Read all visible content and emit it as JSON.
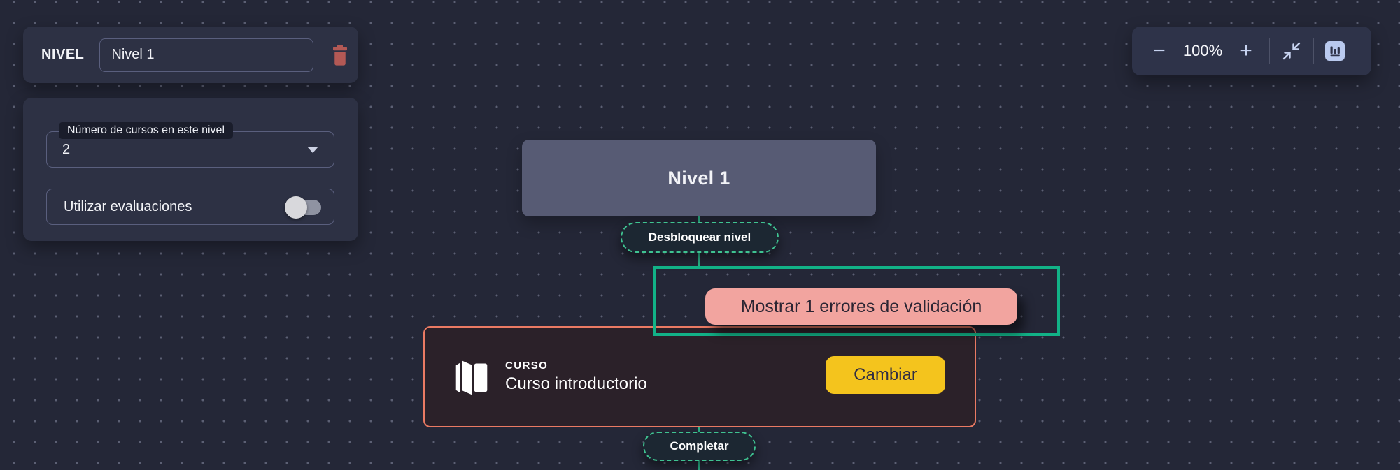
{
  "colors": {
    "background": "#242737",
    "panel": "#2d3144",
    "accent_teal": "#12b287",
    "dashed_teal": "#3fc391",
    "connector": "#2bb488",
    "node_fill": "#575b74",
    "error_pink": "#f2a49f",
    "error_text": "#2b2533",
    "card_fill": "#2b2129",
    "card_border": "#ea7a63",
    "warning_yellow": "#f4c41d",
    "danger_red": "#b35955",
    "icon_blue": "#c7d3f0",
    "border_muted": "#5a5f7e"
  },
  "level_panel": {
    "label": "NIVEL",
    "name_value": "Nivel 1"
  },
  "settings_panel": {
    "courses_label": "Número de cursos en este nivel",
    "courses_value": "2",
    "evaluations_label": "Utilizar evaluaciones",
    "evaluations_state": "off"
  },
  "zoom_toolbar": {
    "zoom_out": "−",
    "zoom_level": "100%",
    "zoom_in": "+"
  },
  "flow": {
    "level_node_title": "Nivel 1",
    "unlock_pill_label": "Desbloquear nivel",
    "validation_button_label": "Mostrar 1 errores de validación",
    "course_node": {
      "kicker": "CURSO",
      "title": "Curso introductorio",
      "change_button_label": "Cambiar"
    },
    "complete_pill_label": "Completar"
  }
}
